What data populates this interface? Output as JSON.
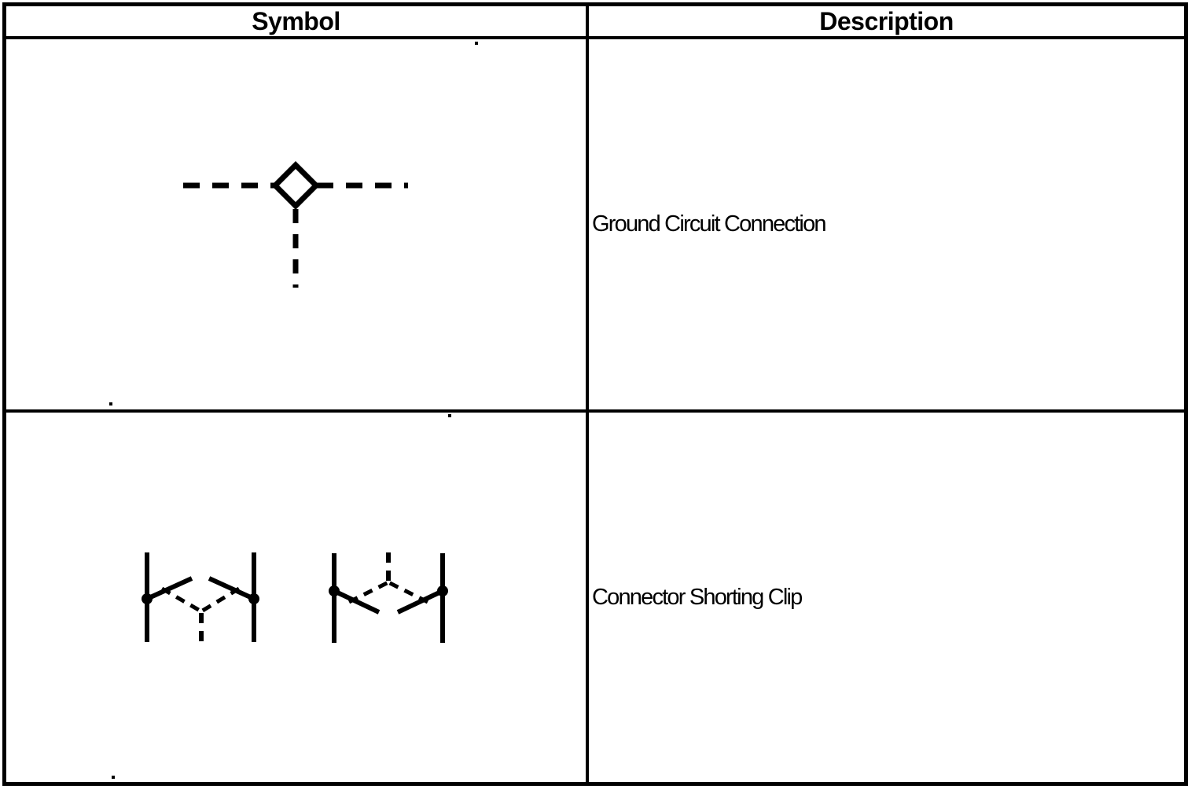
{
  "document": {
    "type": "scanned service-manual symbol legend table"
  },
  "table": {
    "headers": {
      "symbol": "Symbol",
      "description": "Description"
    },
    "rows": [
      {
        "symbol_icon": "ground-circuit-connection-icon",
        "description": "Ground Circuit Connection"
      },
      {
        "symbol_icon": "connector-shorting-clip-icon",
        "description": "Connector Shorting Clip"
      }
    ]
  },
  "colors": {
    "ink": "#000000",
    "paper": "#ffffff"
  }
}
